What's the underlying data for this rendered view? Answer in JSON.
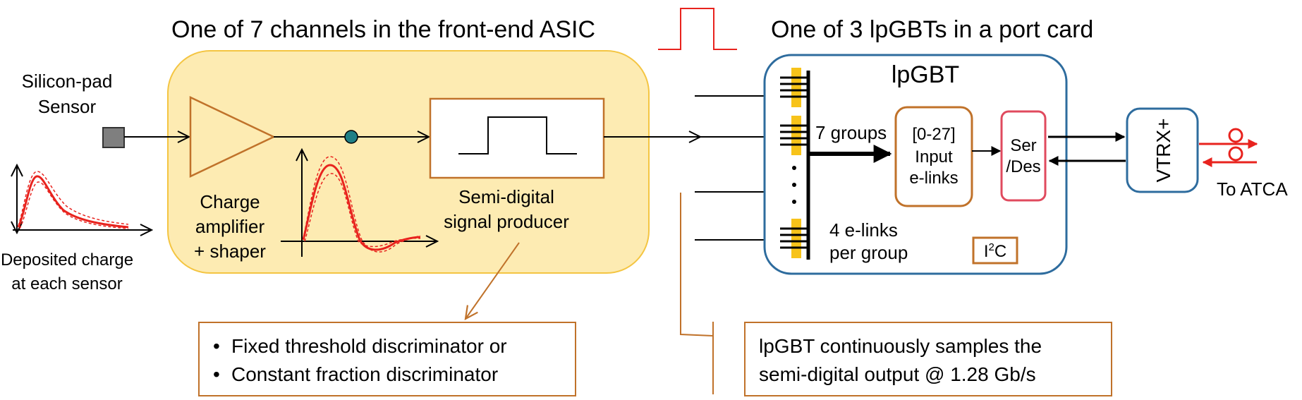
{
  "titles": {
    "asic": "One of  7 channels in the front-end ASIC",
    "port": "One of 3 lpGBTs in a port card"
  },
  "sensor": {
    "line1": "Silicon-pad",
    "line2": "Sensor"
  },
  "deposited": {
    "line1": "Deposited charge",
    "line2": "at each sensor"
  },
  "amplifier": {
    "line1": "Charge",
    "line2": "amplifier",
    "line3": "+ shaper"
  },
  "producer": {
    "line1": "Semi-digital",
    "line2": "signal producer"
  },
  "lpgbt": {
    "title": "lpGBT",
    "groups": "7 groups",
    "elinks_line1": "4 e-links",
    "elinks_line2": "per group",
    "input_line1": "[0-27]",
    "input_line2": "Input",
    "input_line3": "e-links",
    "serdes_line1": "Ser",
    "serdes_line2": "/Des",
    "i2c_main": "I",
    "i2c_sup": "2",
    "i2c_end": "C"
  },
  "vtrx": "VTRX+",
  "atca": "To ATCA",
  "discriminators": {
    "item1": "Fixed threshold discriminator or",
    "item2": "Constant fraction discriminator"
  },
  "sampling": {
    "line1": "lpGBT continuously samples the",
    "line2": "semi-digital output @ 1.28 Gb/s"
  },
  "colors": {
    "asic_fill": "#FDEBB2",
    "asic_stroke": "#F4C542",
    "orange_stroke": "#C0722A",
    "lpgbt_stroke": "#2E6C9E",
    "red": "#E8231E",
    "serdes_stroke": "#E04A5E",
    "pad_yellow": "#F7C31A",
    "node_teal": "#1F7F86"
  }
}
